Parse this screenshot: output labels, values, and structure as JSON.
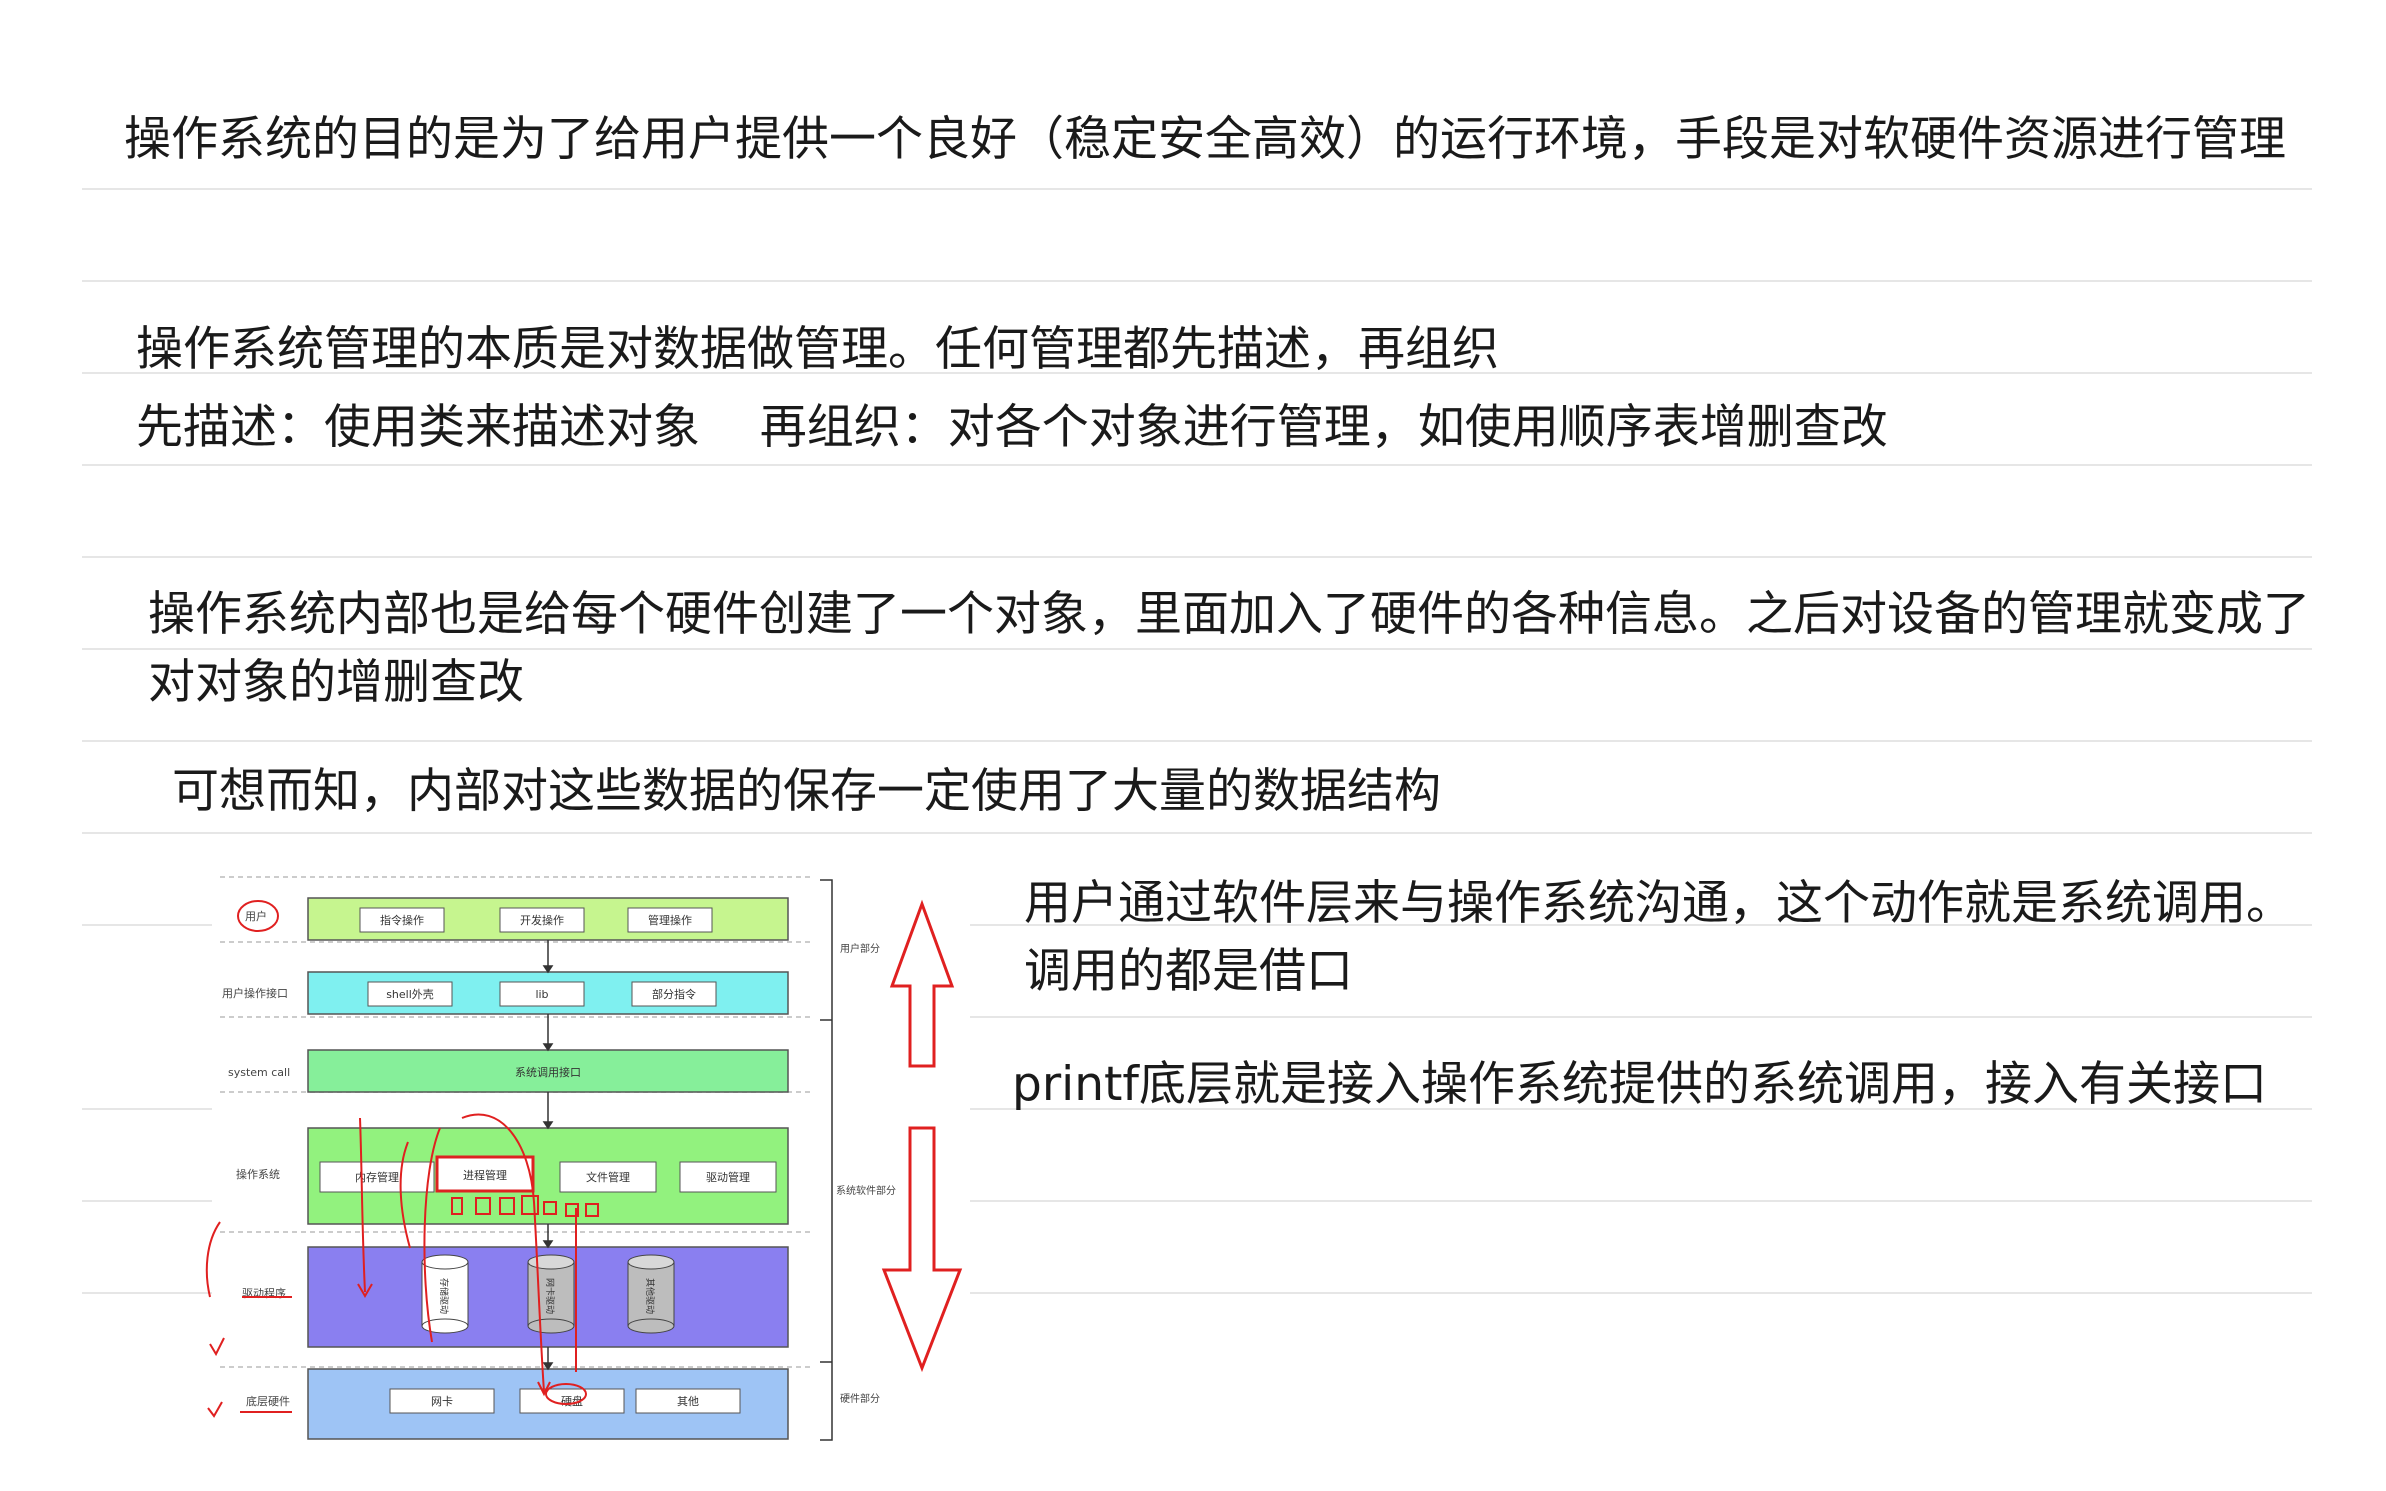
{
  "notes": {
    "line1": "操作系统的目的是为了给用户提供一个良好（稳定安全高效）的运行环境，手段是对软硬件资源进行管理",
    "line2": "操作系统管理的本质是对数据做管理。任何管理都先描述，再组织",
    "line3": "先描述：使用类来描述对象    再组织：对各个对象进行管理，如使用顺序表增删查改",
    "line4": "操作系统内部也是给每个硬件创建了一个对象，里面加入了硬件的各种信息。之后对设备的管理就变成了",
    "line5": "对对象的增删查改",
    "line6": "可想而知，内部对这些数据的保存一定使用了大量的数据结构",
    "line7": "用户通过软件层来与操作系统沟通，这个动作就是系统调用。",
    "line8": "调用的都是借口",
    "line9": "printf底层就是接入操作系统提供的系统调用，接入有关接口"
  },
  "diagram": {
    "left_labels": {
      "user": "用户",
      "user_interface": "用户操作接口",
      "system_call": "system call",
      "os": "操作系统",
      "driver": "驱动程序",
      "hardware": "底层硬件"
    },
    "right_labels": {
      "user_part": "用户部分",
      "system_software_part": "系统软件部分",
      "hardware_part": "硬件部分"
    },
    "user_layer": [
      "指令操作",
      "开发操作",
      "管理操作"
    ],
    "interface_layer": [
      "shell外壳",
      "lib",
      "部分指令"
    ],
    "syscall_layer": "系统调用接口",
    "os_layer": [
      "内存管理",
      "进程管理",
      "文件管理",
      "驱动管理"
    ],
    "driver_layer": [
      "存储驱动",
      "网卡驱动",
      "其他驱动"
    ],
    "hardware_layer": [
      "网卡",
      "硬盘",
      "其他"
    ],
    "colors": {
      "user": "#c6f58f",
      "interface": "#7ff0f0",
      "syscall": "#86ef9a",
      "os": "#92f27e",
      "driver": "#8a7ff0",
      "hardware": "#9ec4f5",
      "annotation": "#e02020"
    }
  }
}
